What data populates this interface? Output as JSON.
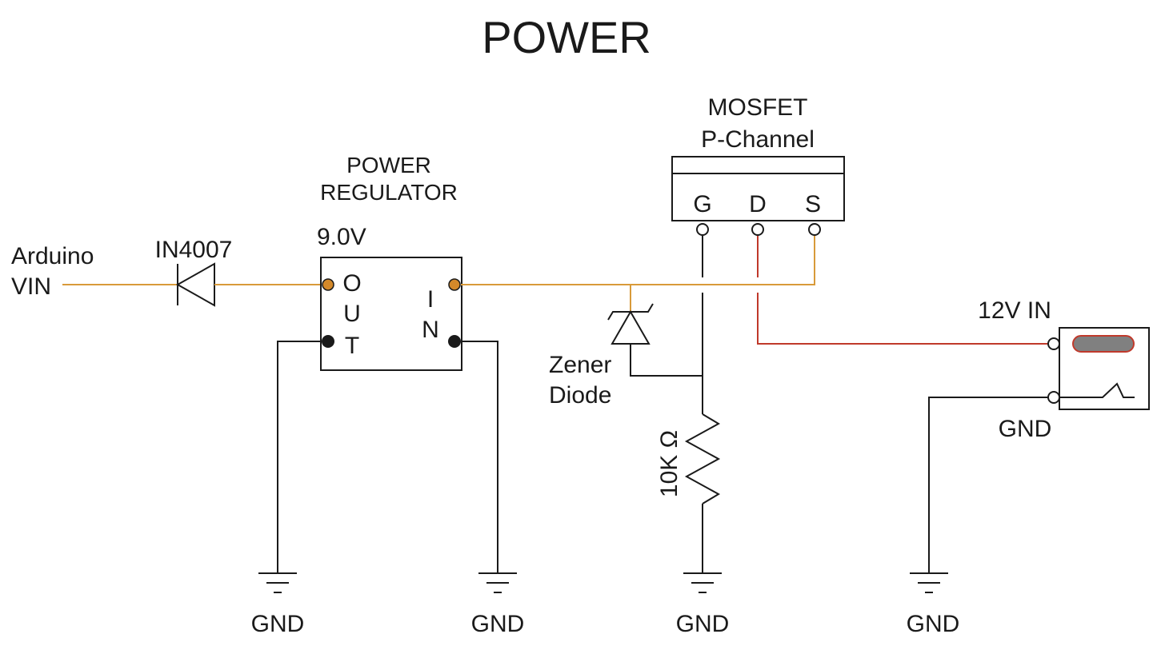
{
  "title": "POWER",
  "colors": {
    "wire": "#1a1a1a",
    "supply_wire": "#d89a3a",
    "input_wire": "#c0392b",
    "pin_orange": "#d4892a",
    "plug_fill": "#808080"
  },
  "labels": {
    "arduino_line1": "Arduino",
    "arduino_line2": "VIN",
    "diode": "IN4007",
    "regulator_line1": "POWER",
    "regulator_line2": "REGULATOR",
    "regulator_voltage": "9.0V",
    "regulator_out_pin_1": "O",
    "regulator_out_pin_2": "U",
    "regulator_out_pin_3": "T",
    "regulator_in_pin_1": "I",
    "regulator_in_pin_2": "N",
    "mosfet_line1": "MOSFET",
    "mosfet_line2": "P-Channel",
    "mosfet_gate": "G",
    "mosfet_drain": "D",
    "mosfet_source": "S",
    "zener_line1": "Zener",
    "zener_line2": "Diode",
    "resistor": "10K Ω",
    "dc_in": "12V IN",
    "dc_gnd": "GND",
    "gnd_1": "GND",
    "gnd_2": "GND",
    "gnd_3": "GND",
    "gnd_4": "GND"
  }
}
